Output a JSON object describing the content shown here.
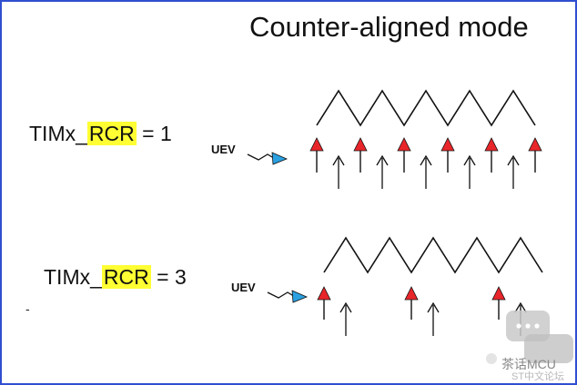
{
  "title": "Counter-aligned mode",
  "rows": [
    {
      "prefix": "TIMx_",
      "highlight": "RCR",
      "suffix": " = 1",
      "uev_label": "UEV",
      "events": 6
    },
    {
      "prefix": "TIMx_",
      "highlight": "RCR",
      "suffix": " = 3",
      "uev_label": "UEV",
      "events": 3
    }
  ],
  "stray_mark": "-",
  "colors": {
    "border": "#2f4fd0",
    "highlight": "#ffff33",
    "event_arrow": "#e8262a",
    "uev_pointer": "#2aa0e0"
  },
  "watermark": {
    "brand": "茶话MCU",
    "sub": "ST中文论坛"
  }
}
